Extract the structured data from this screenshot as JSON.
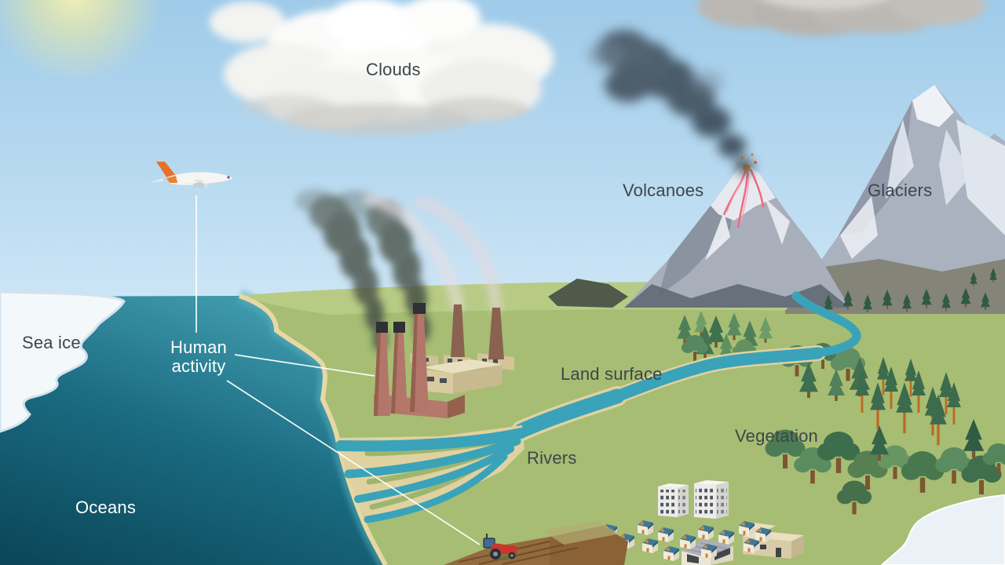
{
  "scene": {
    "labels": {
      "clouds": "Clouds",
      "volcanoes": "Volcanoes",
      "glaciers": "Glaciers",
      "sea_ice": "Sea ice",
      "human_activity": "Human activity",
      "land_surface": "Land surface",
      "vegetation": "Vegetation",
      "rivers": "Rivers",
      "oceans": "Oceans"
    },
    "colors": {
      "sky_top": "#9fcbe9",
      "sky_horizon": "#d3e9f7",
      "sun_glow": "#f6f0a8",
      "ocean_deep": "#0b4659",
      "ocean_shallow": "#3e98ab",
      "sea_ice": "#f3f8fb",
      "land_green": "#a6bd73",
      "land_far_green": "#b7cb85",
      "river_teal": "#3aa3b9",
      "sand": "#e3d5a2",
      "mountain_gray": "#aab1bf",
      "snow_white": "#eef2f7",
      "volcano_smoke": "#3e4e5c",
      "factory_brick": "#b3766a",
      "house_roof_blue": "#3f7897",
      "tractor_red": "#c8382c",
      "label_dark": "#3e454b",
      "label_light": "#ffffff"
    }
  }
}
